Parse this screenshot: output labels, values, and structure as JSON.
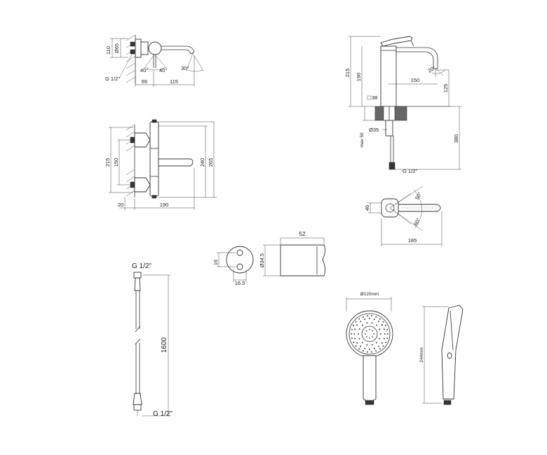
{
  "labels": {
    "wall_spout": {
      "d110": "110",
      "d65": "Ø65",
      "a1": "40°",
      "a2": "40°",
      "a3": "30°",
      "thread": "G 1/2\"",
      "w65": "65",
      "w115": "115"
    },
    "basin": {
      "d215": "215",
      "d190": "190",
      "d150": "150",
      "a20": "20°",
      "d125": "125",
      "sq38": "38",
      "max50": "max 50",
      "d35": "Ø35",
      "d380": "380",
      "thread": "G 1/2\""
    },
    "thermo": {
      "d215": "215",
      "d150": "150",
      "d240": "240",
      "d265": "265",
      "w20": "20",
      "w190": "190"
    },
    "top_view": {
      "d46": "46",
      "a50": "50°",
      "a60": "60°",
      "w185": "185"
    },
    "holder": {
      "d16": "16",
      "d165": "16.5",
      "d345": "Ø34.5",
      "w52": "52"
    },
    "hose": {
      "top_thread": "G 1/2\"",
      "length": "1600",
      "bottom_thread": "G 1/2\""
    },
    "shower": {
      "diameter": "Ø120mm",
      "height": "244mm"
    }
  }
}
